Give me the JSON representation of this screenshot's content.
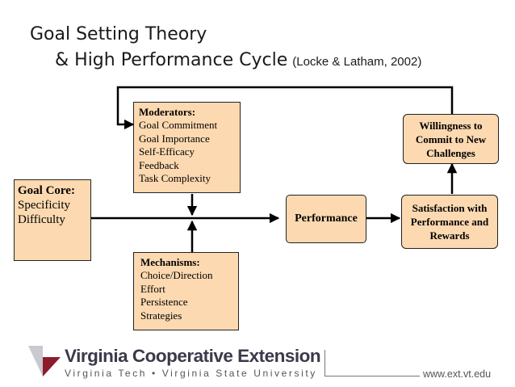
{
  "title": {
    "line1": "Goal Setting Theory",
    "line2": "& High Performance Cycle",
    "citation": "(Locke & Latham, 2002)"
  },
  "moderators": {
    "heading": "Moderators:",
    "items": [
      "Goal Commitment",
      "Goal Importance",
      "Self-Efficacy",
      "Feedback",
      "Task Complexity"
    ]
  },
  "goal_core": {
    "heading": "Goal Core:",
    "items": [
      "Specificity",
      "Difficulty"
    ]
  },
  "mechanisms": {
    "heading": "Mechanisms:",
    "items": [
      "Choice/Direction",
      "Effort",
      "Persistence",
      "Strategies"
    ]
  },
  "performance": {
    "label": "Performance"
  },
  "satisfaction": {
    "label": "Satisfaction with Performance and Rewards"
  },
  "willingness": {
    "label": "Willingness to Commit to New Challenges"
  },
  "footer": {
    "brand": "Virginia Cooperative Extension",
    "subtitle": "Virginia Tech  •  Virginia State University",
    "url": "www.ext.vt.edu"
  },
  "colors": {
    "box_fill": "#fcd9b0",
    "logo_accent": "#8b1c2c",
    "logo_gray": "#c9c9cf"
  }
}
